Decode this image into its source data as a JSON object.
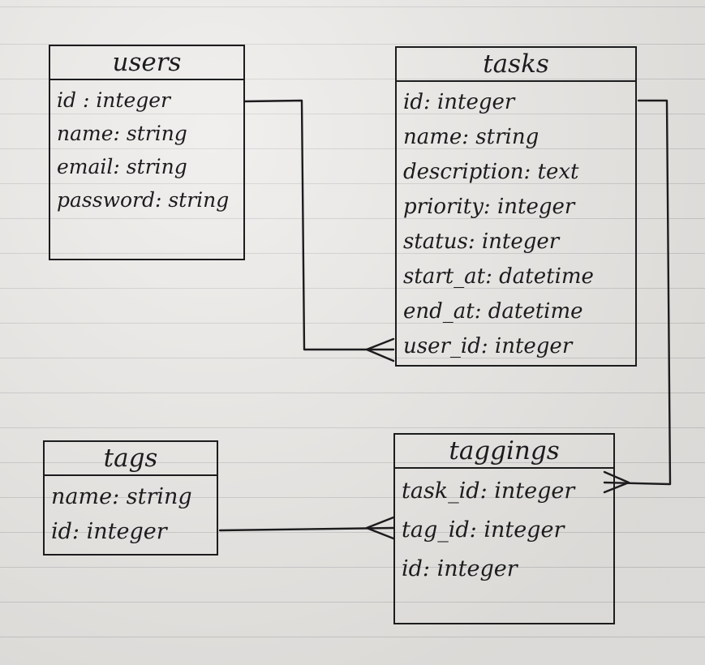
{
  "entities": {
    "users": {
      "name": "users",
      "fields": [
        "id : integer",
        "name: string",
        "email: string",
        "password: string"
      ]
    },
    "tasks": {
      "name": "tasks",
      "fields": [
        "id: integer",
        "name: string",
        "description: text",
        "priority: integer",
        "status: integer",
        "start_at: datetime",
        "end_at: datetime",
        "user_id: integer"
      ]
    },
    "tags": {
      "name": "tags",
      "fields": [
        "name: string",
        "id: integer"
      ]
    },
    "taggings": {
      "name": "taggings",
      "fields": [
        "task_id: integer",
        "tag_id: integer",
        "id: integer"
      ]
    }
  },
  "relations": [
    {
      "from": "users.id",
      "to": "tasks.user_id",
      "notation": "crow-foot-many"
    },
    {
      "from": "tasks.id",
      "to": "taggings.task_id",
      "notation": "crow-foot-many"
    },
    {
      "from": "tags.id",
      "to": "taggings.tag_id",
      "notation": "crow-foot-many"
    }
  ],
  "colors": {
    "ink": "#1c1c1e",
    "paper": "#e9e7e4",
    "rule": "#c9c8c8"
  }
}
